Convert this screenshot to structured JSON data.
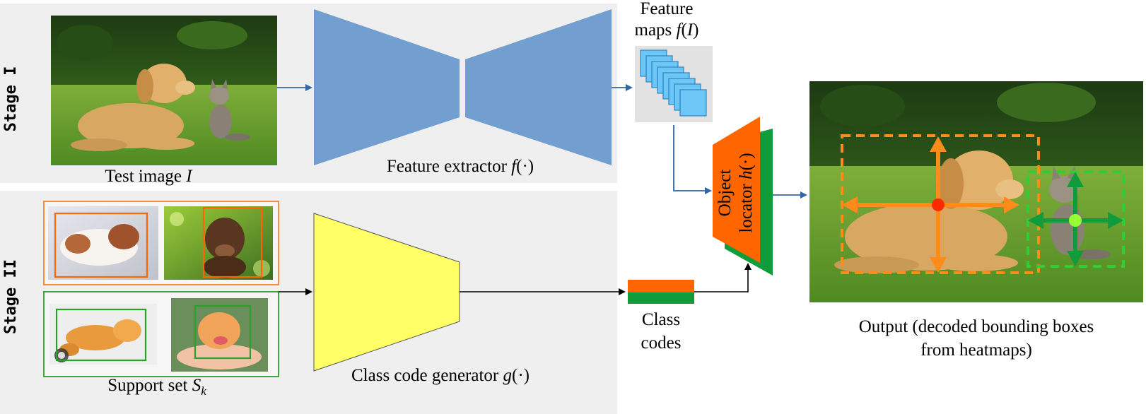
{
  "stages": {
    "stage1_label": "Stage I",
    "stage2_label": "Stage II"
  },
  "labels": {
    "test_image_prefix": "Test image ",
    "test_image_symbol": "I",
    "feature_extractor_prefix": "Feature extractor ",
    "feature_extractor_fn": "f",
    "feature_extractor_arg": "(·)",
    "feature_maps_line1": "Feature",
    "feature_maps_line2_prefix": "maps ",
    "feature_maps_fn": "f",
    "feature_maps_arg_open": "(",
    "feature_maps_arg": "I",
    "feature_maps_arg_close": ")",
    "support_set_prefix": "Support set ",
    "support_set_symbol": "S",
    "support_set_sub": "k",
    "class_code_generator_prefix": "Class code generator ",
    "class_code_generator_fn": "g",
    "class_code_generator_arg": "(·)",
    "class_codes_line1": "Class",
    "class_codes_line2": "codes",
    "object_locator_line1": "Object",
    "object_locator_line2_prefix": "locator ",
    "object_locator_fn": "h",
    "object_locator_arg": "(·)",
    "output_line1": "Output (decoded bounding boxes",
    "output_line2": "from heatmaps)"
  },
  "colors": {
    "panel_bg": "#efefef",
    "extractor_blue": "#729fcf",
    "arrow_blue": "#3465a4",
    "feature_map_blue": "#6ec6f7",
    "generator_yellow": "#ffff66",
    "locator_orange": "#ff6600",
    "locator_green": "#119c3c",
    "support_orange": "#ff7f2a",
    "support_green": "#2ca02c",
    "box_orange": "#ff8c1a",
    "box_green": "#33cc33",
    "center_red": "#ff2a00",
    "center_lime": "#99ff33"
  }
}
